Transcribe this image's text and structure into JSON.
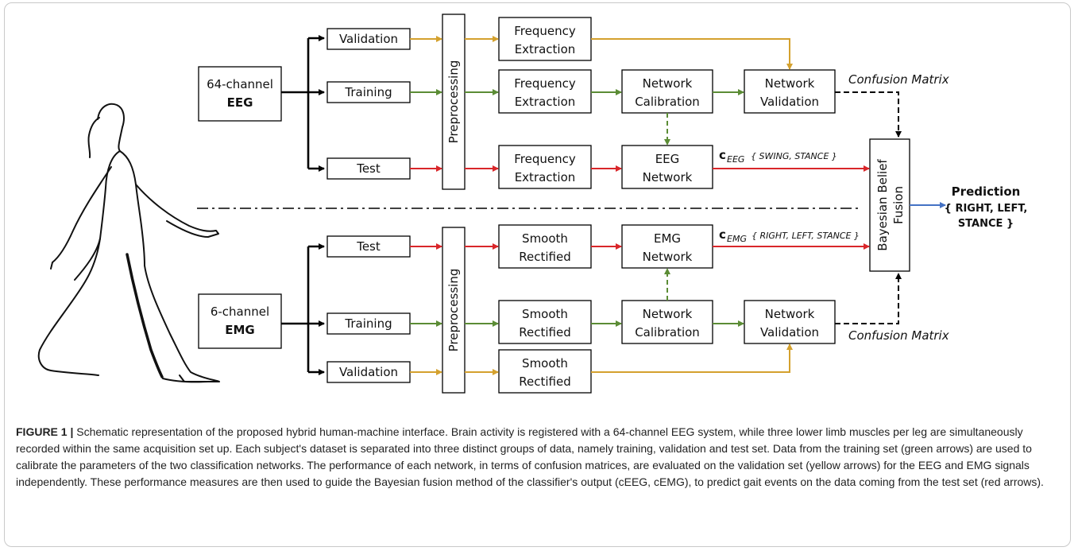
{
  "colors": {
    "yellow": "#D4A12E",
    "green": "#5B8C35",
    "red": "#D9262A",
    "blue": "#4472C4",
    "black": "#000000"
  },
  "eeg_source": {
    "line1": "64-channel",
    "line2": "EEG"
  },
  "emg_source": {
    "line1": "6-channel",
    "line2": "EMG"
  },
  "split": {
    "validation": "Validation",
    "training": "Training",
    "test": "Test"
  },
  "preprocessing": "Preprocessing",
  "freq_extraction": {
    "line1": "Frequency",
    "line2": "Extraction"
  },
  "smooth_rectified": {
    "line1": "Smooth",
    "line2": "Rectified"
  },
  "net_calibration": {
    "line1": "Network",
    "line2": "Calibration"
  },
  "net_validation": {
    "line1": "Network",
    "line2": "Validation"
  },
  "eeg_network": {
    "line1": "EEG",
    "line2": "Network"
  },
  "emg_network": {
    "line1": "EMG",
    "line2": "Network"
  },
  "confusion_matrix": "Confusion Matrix",
  "c_eeg": {
    "c": "c",
    "sub": "EEG",
    "set": "{ SWING, STANCE }"
  },
  "c_emg": {
    "c": "c",
    "sub": "EMG",
    "set": "{ RIGHT, LEFT, STANCE }"
  },
  "fusion": {
    "line1": "Bayesian Belief",
    "line2": "Fusion"
  },
  "prediction": {
    "title": "Prediction",
    "line1": "{ RIGHT, LEFT,",
    "line2": "STANCE }"
  },
  "caption": {
    "label": "FIGURE 1 |",
    "text": "Schematic representation of the proposed hybrid human-machine interface. Brain activity is registered with a 64-channel EEG system, while three lower limb muscles per leg are simultaneously recorded within the same acquisition set up. Each subject's dataset is separated into three distinct groups of data, namely training, validation and test set. Data from the training set (green arrows) are used to calibrate the parameters of the two classification networks. The performance of each network, in terms of confusion matrices, are evaluated on the validation set (yellow arrows) for the EEG and EMG signals independently. These performance measures are then used to guide the Bayesian fusion method of the classifier's output (cEEG, cEMG), to predict gait events on the data coming from the test set (red arrows)."
  }
}
